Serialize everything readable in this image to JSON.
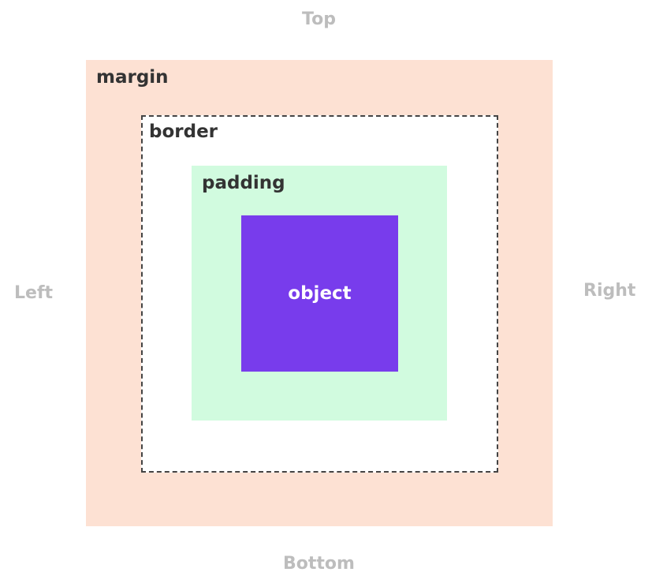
{
  "sides": {
    "top": "Top",
    "bottom": "Bottom",
    "left": "Left",
    "right": "Right"
  },
  "layers": {
    "margin": {
      "label": "margin",
      "color": "#fde1d3"
    },
    "border": {
      "label": "border",
      "color": "#ffffff",
      "stroke": "#444444"
    },
    "padding": {
      "label": "padding",
      "color": "#d1fbdf"
    },
    "object": {
      "label": "object",
      "color": "#783cec"
    }
  }
}
